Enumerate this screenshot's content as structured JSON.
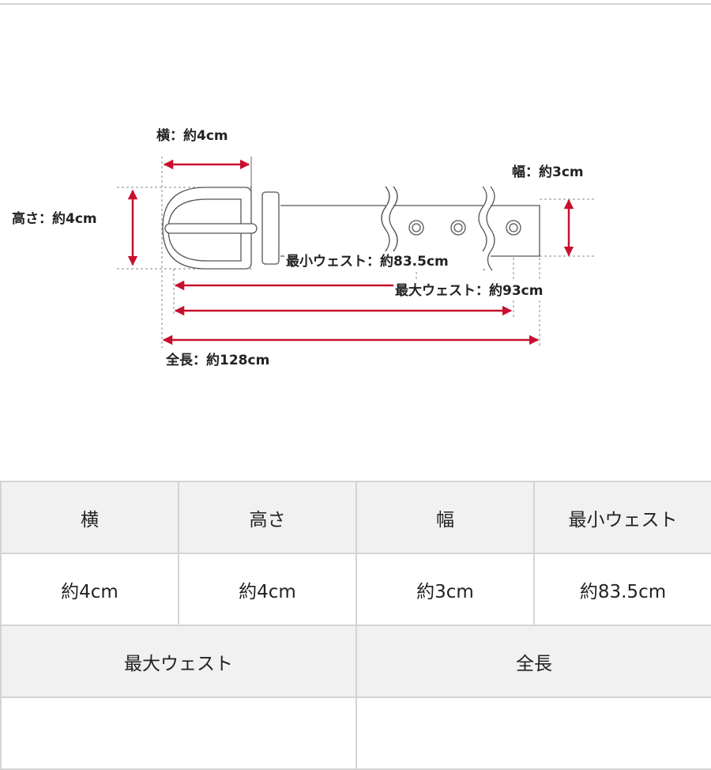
{
  "diagram": {
    "width_label": "横：約4cm",
    "height_label": "高さ：約4cm",
    "strap_label": "幅：約3cm",
    "min_waist_label": "最小ウェスト：約83.5cm",
    "max_waist_label": "最大ウェスト：約93cm",
    "total_label": "全長：約128cm",
    "arrow_color": "#c8102e"
  },
  "table": {
    "row1_headers": [
      "横",
      "高さ",
      "幅",
      "最小ウェスト"
    ],
    "row1_values": [
      "約4cm",
      "約4cm",
      "約3cm",
      "約83.5cm"
    ],
    "row2_headers": [
      "最大ウェスト",
      "全長"
    ]
  }
}
